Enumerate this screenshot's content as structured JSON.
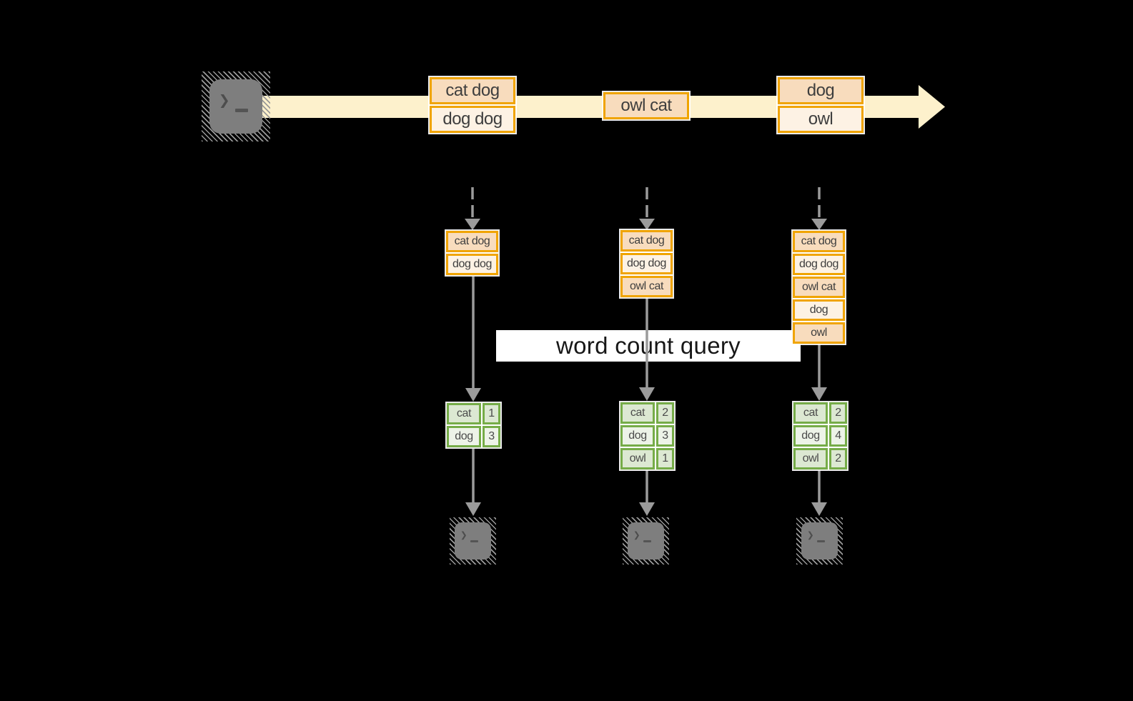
{
  "query_label": "word count query",
  "colors": {
    "background": "#000000",
    "stream_band": "#fdf1cc",
    "event_border": "#f0a400",
    "event_fill_dark": "#f8dcbd",
    "event_fill_light": "#fdf2e4",
    "table_border": "#76ac48",
    "table_fill_dark": "#dce8d2",
    "table_fill_light": "#edf3e8",
    "arrow_gray": "#9b9b9b",
    "terminal_gray": "#7e7e7e"
  },
  "icons": {
    "source": "terminal-icon",
    "sink": "terminal-icon",
    "prompt_glyph": "❯"
  },
  "stream_events": [
    {
      "rows": [
        "cat dog",
        "dog dog"
      ]
    },
    {
      "rows": [
        "owl cat"
      ]
    },
    {
      "rows": [
        "dog",
        "owl"
      ]
    }
  ],
  "snapshots": [
    {
      "state_rows": [
        "cat dog",
        "dog dog"
      ],
      "counts": [
        {
          "word": "cat",
          "count": "1"
        },
        {
          "word": "dog",
          "count": "3"
        }
      ]
    },
    {
      "state_rows": [
        "cat dog",
        "dog dog",
        "owl cat"
      ],
      "counts": [
        {
          "word": "cat",
          "count": "2"
        },
        {
          "word": "dog",
          "count": "3"
        },
        {
          "word": "owl",
          "count": "1"
        }
      ]
    },
    {
      "state_rows": [
        "cat dog",
        "dog dog",
        "owl cat",
        "dog",
        "owl"
      ],
      "counts": [
        {
          "word": "cat",
          "count": "2"
        },
        {
          "word": "dog",
          "count": "4"
        },
        {
          "word": "owl",
          "count": "2"
        }
      ]
    }
  ]
}
